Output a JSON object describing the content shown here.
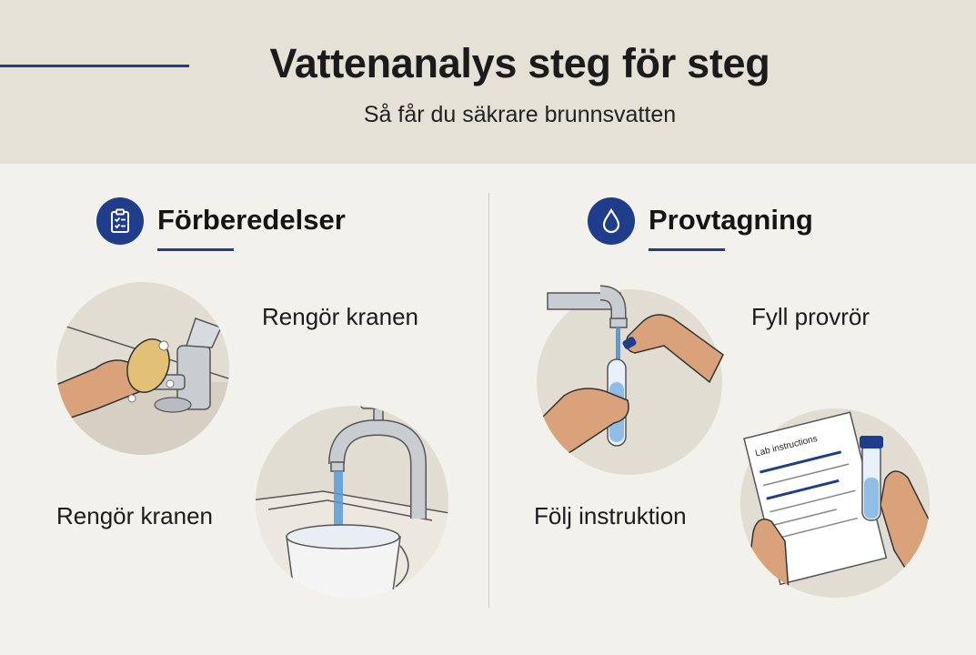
{
  "header": {
    "title": "Vattenanalys steg för steg",
    "subtitle": "Så får du säkrare brunnsvatten"
  },
  "sections": [
    {
      "title": "Förberedelser",
      "icon": "clipboard-checklist-icon",
      "steps": [
        {
          "label": "Rengör kranen",
          "illustration": "hand-cleaning-faucet-with-sponge"
        },
        {
          "label": "Rengör kranen",
          "illustration": "faucet-running-into-bucket"
        }
      ]
    },
    {
      "title": "Provtagning",
      "icon": "water-drop-icon",
      "steps": [
        {
          "label": "Fyll provrör",
          "illustration": "hands-filling-test-tube-under-tap"
        },
        {
          "label": "Följ instruktion",
          "illustration": "hands-holding-lab-instructions-and-vial",
          "sheet_title": "Lab instructions"
        }
      ]
    }
  ],
  "colors": {
    "accent": "#1f3d8a",
    "header_bg": "#e6e1d6",
    "page_bg": "#f3f1ec",
    "circle_bg": "#e2ddd3",
    "water": "#5b9bd5",
    "skin": "#d9a27a"
  }
}
